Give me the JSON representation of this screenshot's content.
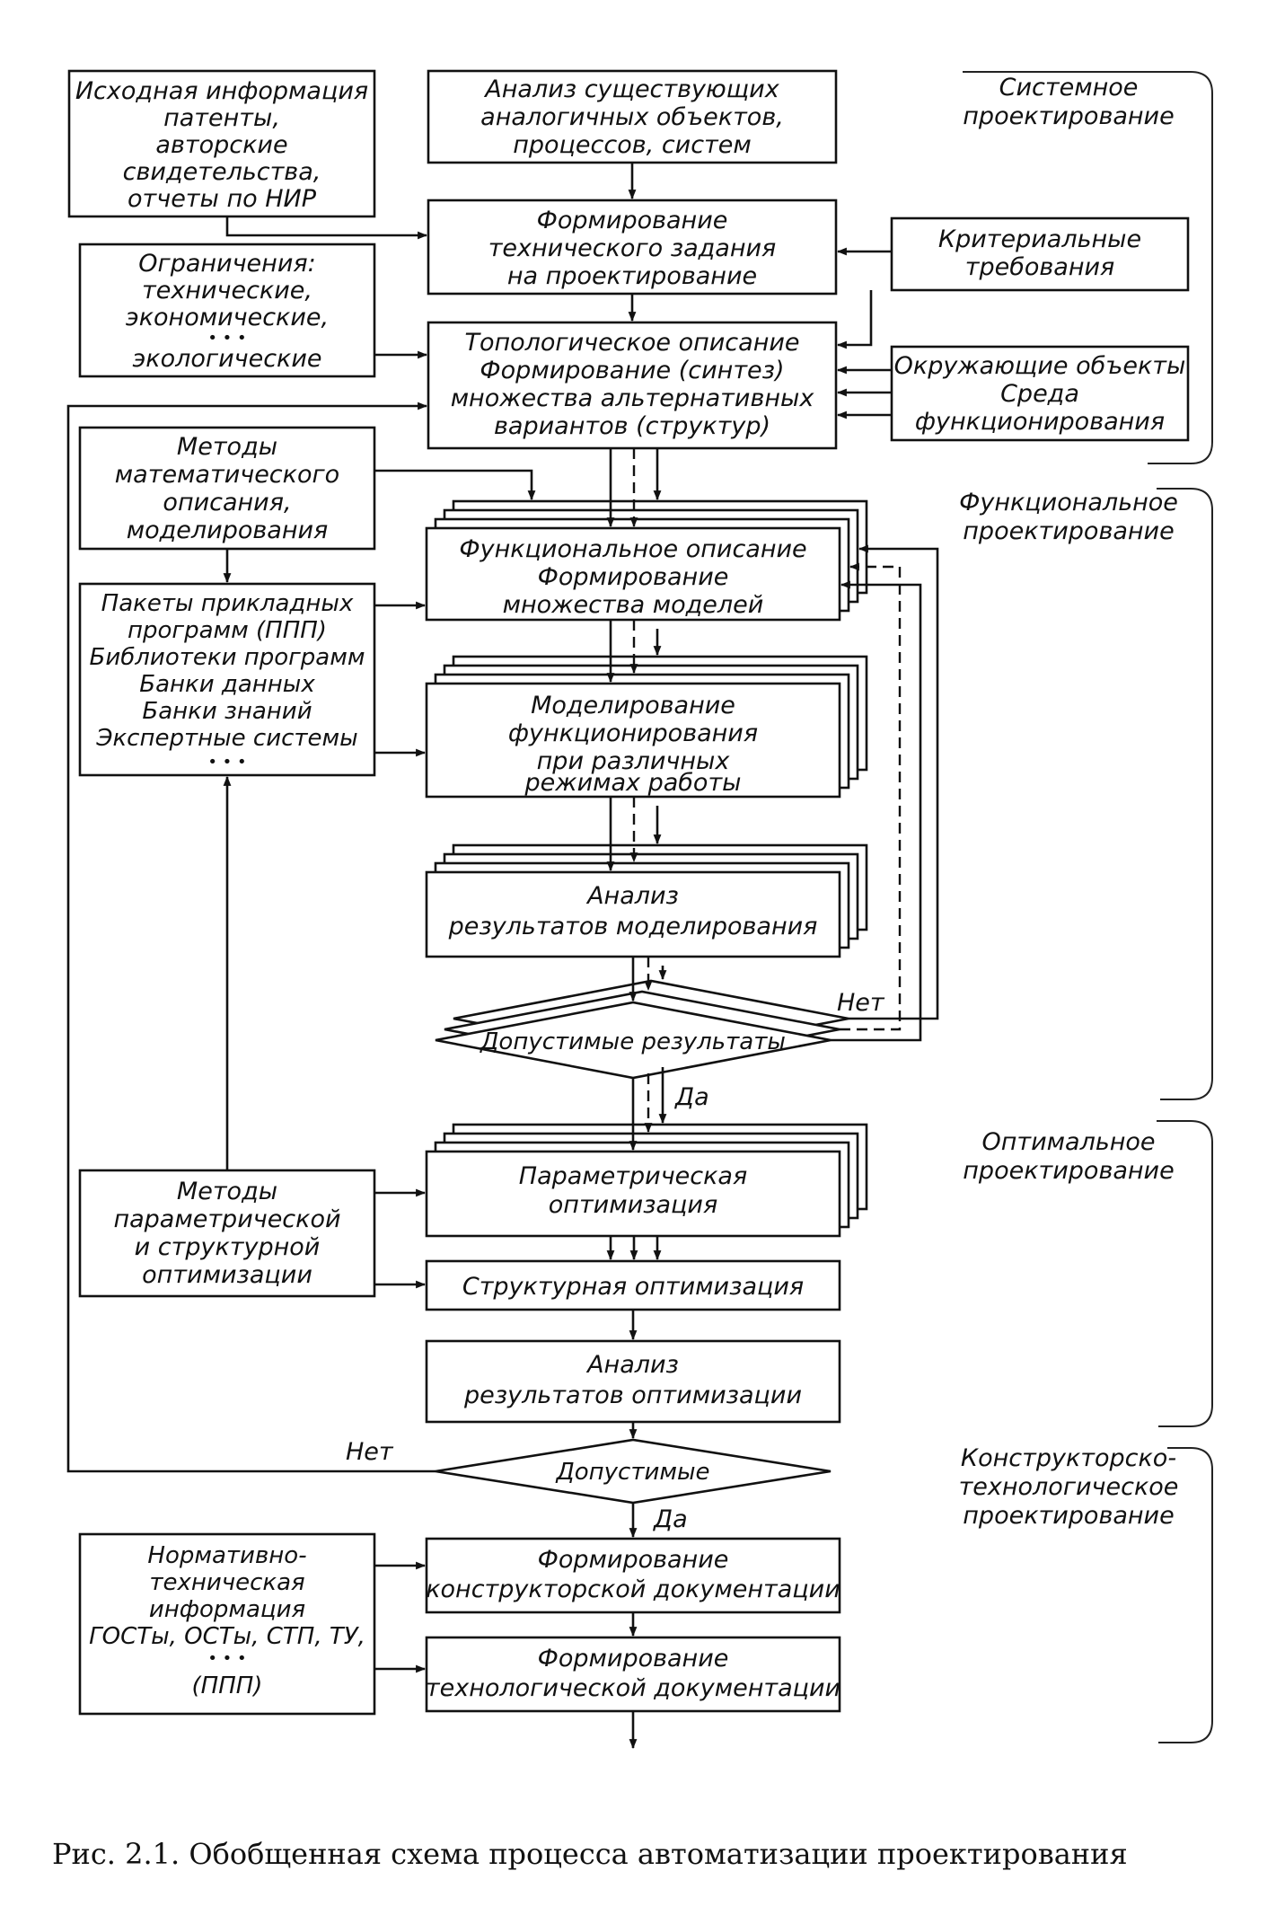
{
  "boxes": {
    "source_info": [
      "Исходная информация",
      "патенты,",
      "авторские",
      "свидетельства,",
      "отчеты по НИР"
    ],
    "analysis_existing": [
      "Анализ существующих",
      "аналогичных объектов,",
      "процессов, систем"
    ],
    "tech_task": [
      "Формирование",
      "технического задания",
      "на проектирование"
    ],
    "criteria": [
      "Критериальные",
      "требования"
    ],
    "constraints": [
      "Ограничения:",
      "технические,",
      "экономические,",
      "• • •",
      "экологические"
    ],
    "topological": [
      "Топологическое описание",
      "Формирование (синтез)",
      "множества альтернативных",
      "вариантов (структур)"
    ],
    "environment": [
      "Окружающие объекты",
      "Среда",
      "функционирования"
    ],
    "math_methods": [
      "Методы",
      "математического",
      "описания,",
      "моделирования"
    ],
    "functional": [
      "Функциональное описание",
      "Формирование",
      "множества моделей"
    ],
    "software": [
      "Пакеты прикладных",
      "программ (ППП)",
      "Библиотеки программ",
      "Банки данных",
      "Банки знаний",
      "Экспертные системы",
      "• • •"
    ],
    "modeling": [
      "Моделирование",
      "функционирования",
      "при различных",
      "режимах работы"
    ],
    "model_analysis": [
      "Анализ",
      "результатов моделирования"
    ],
    "decision_model": [
      "Допустимые результаты"
    ],
    "param_opt": [
      "Параметрическая",
      "оптимизация"
    ],
    "opt_methods": [
      "Методы",
      "параметрической",
      "и структурной",
      "оптимизации"
    ],
    "struct_opt": [
      "Структурная оптимизация"
    ],
    "opt_analysis": [
      "Анализ",
      "результатов оптимизации"
    ],
    "decision_opt": [
      "Допустимые"
    ],
    "normative": [
      "Нормативно-",
      "техническая",
      "информация",
      "ГОСТы, ОСТы, СТП, ТУ,",
      "• • •",
      "(ППП)"
    ],
    "design_docs": [
      "Формирование",
      "конструкторской документации"
    ],
    "tech_docs": [
      "Формирование",
      "технологической документации"
    ]
  },
  "labels": {
    "no_top": "Нет",
    "yes_top": "Да",
    "no_bottom": "Нет",
    "yes_bottom": "Да"
  },
  "stages": {
    "system": [
      "Системное",
      "проектирование"
    ],
    "functional": [
      "Функциональное",
      "проектирование"
    ],
    "optimal": [
      "Оптимальное",
      "проектирование"
    ],
    "constructive": [
      "Конструкторско-",
      "технологическое",
      "проектирование"
    ]
  },
  "caption": "Рис. 2.1. Обобщенная схема процесса автоматизации проектирования"
}
